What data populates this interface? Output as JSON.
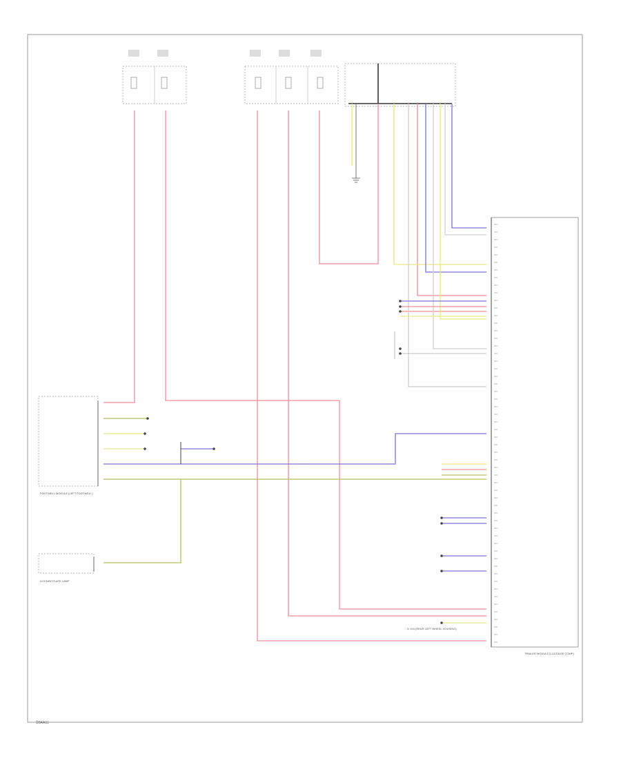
{
  "figure_ref": {
    "text": "ŠBAA11"
  },
  "colors": {
    "pink": "#f08a96",
    "blue": "#7b72d8",
    "yellow": "#e8e680",
    "olive": "#b8bd5a",
    "gray": "#bdbdbd",
    "dark": "#444444",
    "frame": "#999999"
  },
  "components": {
    "footwell": {
      "label": "FOOTWELL MODULE (LEFT FOOTWELL)"
    },
    "license_plate": {
      "label": "LICENSE PLATE LAMP"
    },
    "trailer_module": {
      "label": "TRAILER MODULE (LUGGAGE COMP.)"
    },
    "grounds": {
      "label": "G 104 (REAR LEFT WHEEL HOUSING)"
    }
  },
  "wires": [
    {
      "id": "w-fuse1",
      "color": "pink"
    },
    {
      "id": "w-fuse2",
      "color": "pink"
    },
    {
      "id": "w-fuse3",
      "color": "pink"
    },
    {
      "id": "w-fuse4",
      "color": "pink"
    },
    {
      "id": "w-fuse5",
      "color": "pink"
    },
    {
      "id": "w-blue1",
      "color": "blue"
    },
    {
      "id": "w-blue2",
      "color": "blue"
    },
    {
      "id": "w-yellow1",
      "color": "yellow"
    },
    {
      "id": "w-olive1",
      "color": "olive"
    }
  ]
}
